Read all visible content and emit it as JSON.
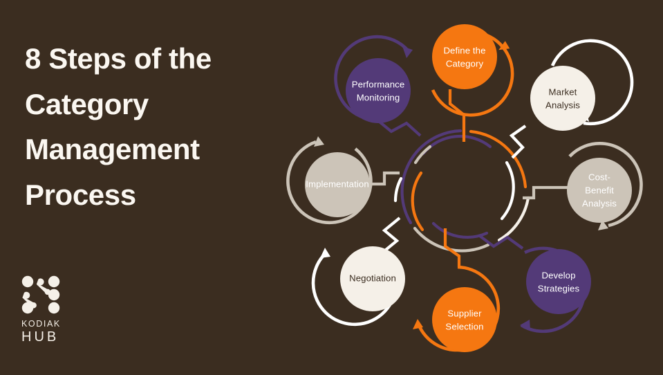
{
  "page": {
    "background_color": "#3B2D20",
    "title": "8 Steps of the\nCategory\nManagement\nProcess",
    "title_plain": "8 Steps of the Category Management Process"
  },
  "brand": {
    "name_top": "KODIAK",
    "name_bottom": "HUB",
    "logo_color": "#F5F0E8"
  },
  "palette": {
    "background": "#3B2D20",
    "orange": "#F57711",
    "purple": "#533A78",
    "cream": "#F5F0E8",
    "taupe": "#CCC4B8",
    "white": "#FFFFFF",
    "text_light": "#FBF7F1",
    "text_dark": "#3B2D20"
  },
  "diagram": {
    "type": "cycle",
    "step_count": 8,
    "center_ring": {
      "outer_arc_colors": [
        "#F57711",
        "#F5F0E8",
        "#CCC4B8",
        "#533A78"
      ],
      "inner_arc_colors": [
        "#F57711",
        "#FFFFFF",
        "#CCC4B8",
        "#533A78"
      ]
    },
    "steps": [
      {
        "index": 1,
        "label": "Define the Category",
        "lines": [
          "Define the",
          "Category"
        ],
        "fill": "#F57711",
        "ring": "#F57711",
        "text_color": "#FFFFFF",
        "text_tone": "light"
      },
      {
        "index": 2,
        "label": "Market Analysis",
        "lines": [
          "Market",
          "Analysis"
        ],
        "fill": "#F5F0E8",
        "ring": "#FFFFFF",
        "text_color": "#3B2D20",
        "text_tone": "dark"
      },
      {
        "index": 3,
        "label": "Cost-Benefit Analysis",
        "lines": [
          "Cost-",
          "Benefit",
          "Analysis"
        ],
        "fill": "#CCC4B8",
        "ring": "#CCC4B8",
        "text_color": "#FFFFFF",
        "text_tone": "light"
      },
      {
        "index": 4,
        "label": "Develop Strategies",
        "lines": [
          "Develop",
          "Strategies"
        ],
        "fill": "#533A78",
        "ring": "#533A78",
        "text_color": "#FFFFFF",
        "text_tone": "light"
      },
      {
        "index": 5,
        "label": "Supplier Selection",
        "lines": [
          "Supplier",
          "Selection"
        ],
        "fill": "#F57711",
        "ring": "#F57711",
        "text_color": "#FFFFFF",
        "text_tone": "light"
      },
      {
        "index": 6,
        "label": "Negotiation",
        "lines": [
          "Negotiation"
        ],
        "fill": "#F5F0E8",
        "ring": "#FFFFFF",
        "text_color": "#3B2D20",
        "text_tone": "dark"
      },
      {
        "index": 7,
        "label": "Implementation",
        "lines": [
          "Implementation"
        ],
        "fill": "#CCC4B8",
        "ring": "#CCC4B8",
        "text_color": "#FFFFFF",
        "text_tone": "light"
      },
      {
        "index": 8,
        "label": "Performance Monitoring",
        "lines": [
          "Performance",
          "Monitoring"
        ],
        "fill": "#533A78",
        "ring": "#533A78",
        "text_color": "#FFFFFF",
        "text_tone": "light"
      }
    ]
  }
}
